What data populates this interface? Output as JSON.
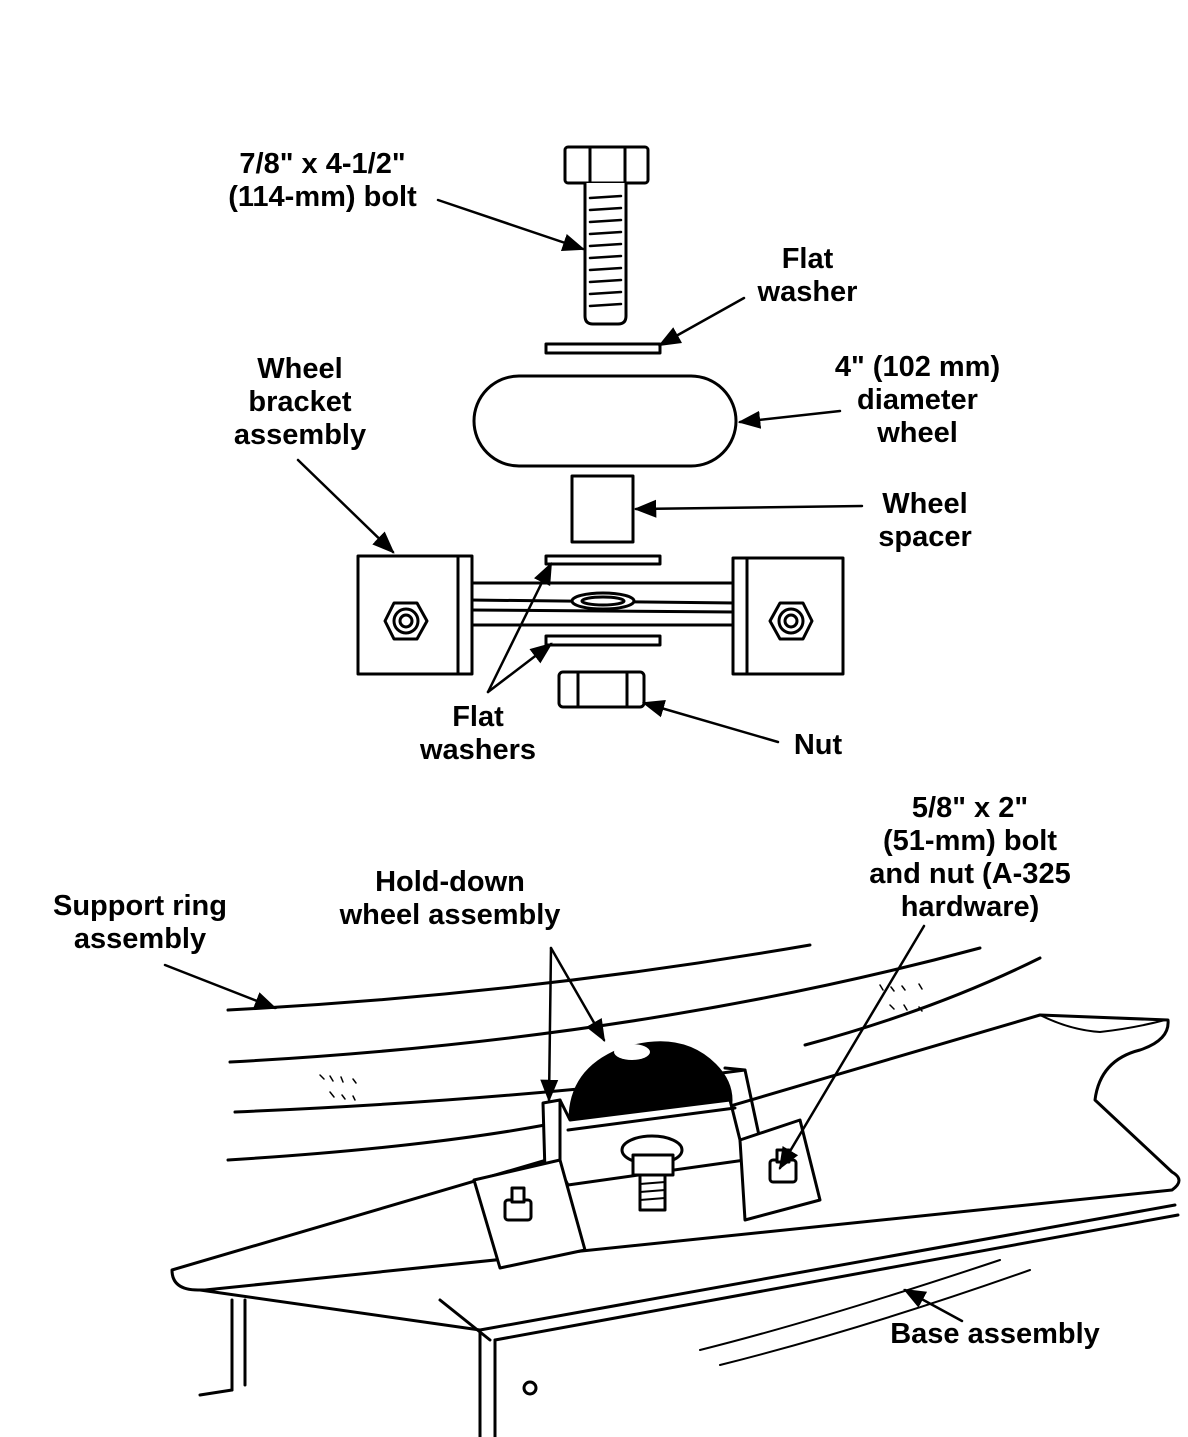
{
  "labels": {
    "bolt": [
      "7/8\" x 4-1/2\"",
      "(114-mm) bolt"
    ],
    "flat_washer": [
      "Flat",
      "washer"
    ],
    "wheel": [
      "4\" (102 mm)",
      "diameter",
      "wheel"
    ],
    "bracket": [
      "Wheel",
      "bracket",
      "assembly"
    ],
    "spacer": [
      "Wheel",
      "spacer"
    ],
    "flat_washers": [
      "Flat",
      "washers"
    ],
    "nut": [
      "Nut"
    ],
    "small_bolt": [
      "5/8\" x 2\"",
      "(51-mm) bolt",
      "and nut (A-325",
      "hardware)"
    ],
    "holddown": [
      "Hold-down",
      "wheel assembly"
    ],
    "support_ring": [
      "Support ring",
      "assembly"
    ],
    "base": [
      "Base assembly"
    ]
  }
}
